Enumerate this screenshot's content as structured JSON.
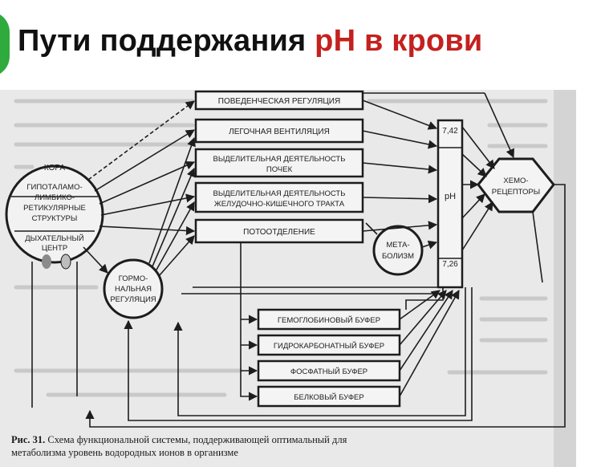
{
  "slide": {
    "title_main": "Пути поддержания ",
    "title_accent": "pH в крови",
    "colors": {
      "accent": "#c3211f",
      "brand_green": "#2faa3c",
      "scan_bg": "#e9e9e9"
    }
  },
  "diagram": {
    "brain": {
      "label_cortex": "КОРА",
      "label_lines": [
        "ГИПОТАЛАМО-",
        "ЛИМБИКО-",
        "РЕТИКУЛЯРНЫЕ",
        "СТРУКТУРЫ"
      ],
      "label_center": [
        "ДЫХАТЕЛЬНЫЙ",
        "ЦЕНТР"
      ]
    },
    "hormonal": {
      "lines": [
        "ГОРМО-",
        "НАЛЬНАЯ",
        "РЕГУЛЯЦИЯ"
      ]
    },
    "regulation_boxes": [
      {
        "lines": [
          "ПОВЕДЕНЧЕСКАЯ РЕГУЛЯЦИЯ"
        ]
      },
      {
        "lines": [
          "ЛЕГОЧНАЯ ВЕНТИЛЯЦИЯ"
        ]
      },
      {
        "lines": [
          "ВЫДЕЛИТЕЛЬНАЯ ДЕЯТЕЛЬНОСТЬ",
          "ПОЧЕК"
        ]
      },
      {
        "lines": [
          "ВЫДЕЛИТЕЛЬНАЯ ДЕЯТЕЛЬНОСТЬ",
          "ЖЕЛУДОЧНО-КИШЕЧНОГО ТРАКТА"
        ]
      },
      {
        "lines": [
          "ПОТООТДЕЛЕНИЕ"
        ]
      }
    ],
    "ph_scale": {
      "top": "7,42",
      "middle": "pH",
      "bottom": "7,26"
    },
    "metabolism": {
      "lines": [
        "МЕТА-",
        "БОЛИЗМ"
      ]
    },
    "chemoreceptors": {
      "lines": [
        "ХЕМО-",
        "РЕЦЕПТОРЫ"
      ]
    },
    "buffers": [
      "ГЕМОГЛОБИНОВЫЙ БУФЕР",
      "ГИДРОКАРБОНАТНЫЙ БУФЕР",
      "ФОСФАТНЫЙ БУФЕР",
      "БЕЛКОВЫЙ БУФЕР"
    ],
    "caption": {
      "label": "Рис. 31.",
      "line1": " Схема функциональной системы, поддерживающей оптимальный для",
      "line2": "метаболизма уровень водородных ионов в организме"
    }
  }
}
